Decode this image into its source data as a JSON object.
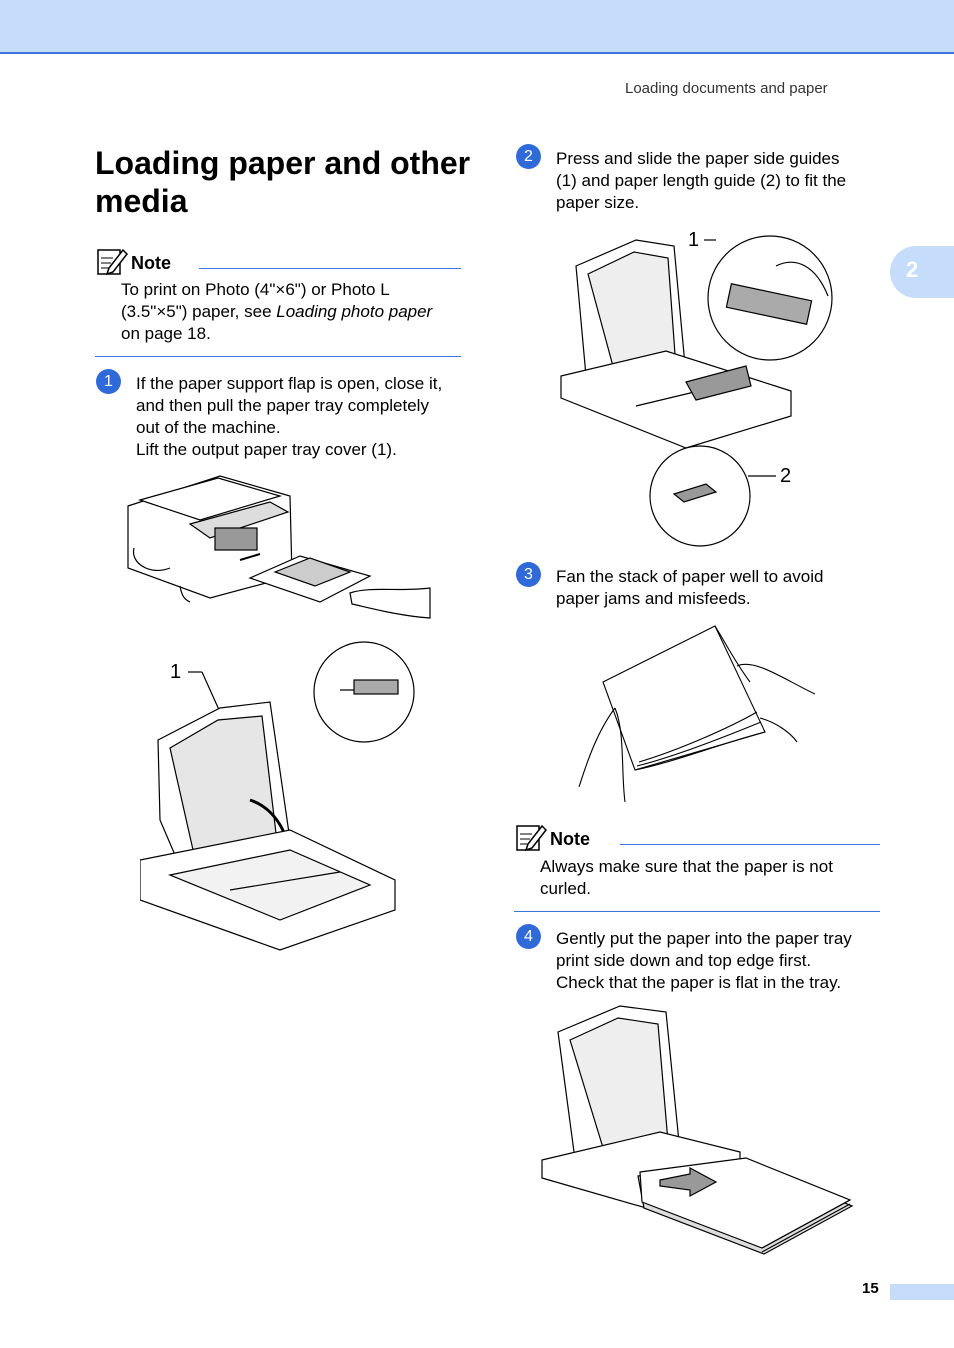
{
  "header": {
    "running_title": "Loading documents and paper",
    "chapter_tab": "2"
  },
  "title": "Loading paper and other media",
  "note1": {
    "label": "Note",
    "line1": "To print on Photo (4\"×6\") or Photo L",
    "line2_pre": "(3.5\"×5\") paper, see ",
    "line2_link": "Loading photo paper",
    "line3": "on page 18."
  },
  "step1": {
    "number": "1",
    "lines": [
      "If the paper support flap is open, close it,",
      "and then pull the paper tray completely",
      "out of the machine.",
      "Lift the output paper tray cover (1)."
    ],
    "callout": "1"
  },
  "step2": {
    "number": "2",
    "lines": [
      "Press and slide the paper side guides",
      "(1) and paper length guide (2) to fit the",
      "paper size."
    ],
    "callout1": "1",
    "callout2": "2"
  },
  "step3": {
    "number": "3",
    "lines": [
      "Fan the stack of paper well to avoid",
      "paper jams and misfeeds."
    ]
  },
  "note2": {
    "label": "Note",
    "line1": "Always make sure that the paper is not",
    "line2": "curled."
  },
  "step4": {
    "number": "4",
    "lines": [
      "Gently put the paper into the paper tray",
      "print side down and top edge first.",
      "Check that the paper is flat in the tray."
    ]
  },
  "footer": {
    "page_number": "15"
  },
  "colors": {
    "accent": "#2f6ad8",
    "band": "#c6dcfb",
    "rule": "#3f74d8"
  }
}
